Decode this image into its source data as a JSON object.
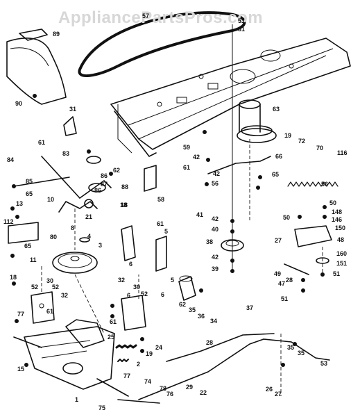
{
  "watermark": "AppliancePartsPros.com",
  "callouts": [
    "89",
    "57",
    "51",
    "31",
    "90",
    "31",
    "63",
    "19",
    "72",
    "70",
    "116",
    "61",
    "59",
    "42",
    "61",
    "83",
    "62",
    "84",
    "65",
    "66",
    "42",
    "56",
    "65",
    "56",
    "86",
    "87",
    "88",
    "86",
    "58",
    "85",
    "10",
    "21",
    "18",
    "13",
    "41",
    "42",
    "50",
    "148",
    "146",
    "150",
    "18",
    "112",
    "8",
    "61",
    "5",
    "80",
    "65",
    "3",
    "4",
    "40",
    "50",
    "38",
    "27",
    "48",
    "11",
    "6",
    "42",
    "39",
    "160",
    "151",
    "49",
    "51",
    "47",
    "28",
    "51",
    "52",
    "52",
    "30",
    "32",
    "32",
    "30",
    "52",
    "5",
    "62",
    "35",
    "36",
    "34",
    "37",
    "18",
    "6",
    "77",
    "61",
    "61",
    "6",
    "25",
    "19",
    "24",
    "2",
    "28",
    "35",
    "35",
    "53",
    "15",
    "77",
    "74",
    "29",
    "78",
    "76",
    "22",
    "26",
    "27",
    "1",
    "75"
  ]
}
